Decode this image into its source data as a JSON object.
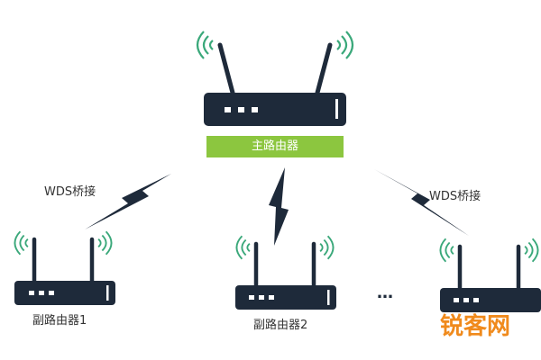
{
  "diagram": {
    "main_router": {
      "label": "主路由器"
    },
    "sub_routers": [
      {
        "label": "副路由器1"
      },
      {
        "label": "副路由器2"
      }
    ],
    "links": [
      {
        "label": "WDS桥接"
      },
      {
        "label": "WDS桥接"
      }
    ],
    "ellipsis": "…",
    "watermark": "锐客网"
  },
  "colors": {
    "router_body": "#1e2a3a",
    "router_light": "#ffffff",
    "main_label_bg": "#8cc63f",
    "signal": "#3aa87a",
    "bolt": "#1e2a3a",
    "watermark": "#f08a1c"
  },
  "icons": [
    "wifi-signal-icon",
    "lightning-bolt-icon",
    "router-icon"
  ]
}
